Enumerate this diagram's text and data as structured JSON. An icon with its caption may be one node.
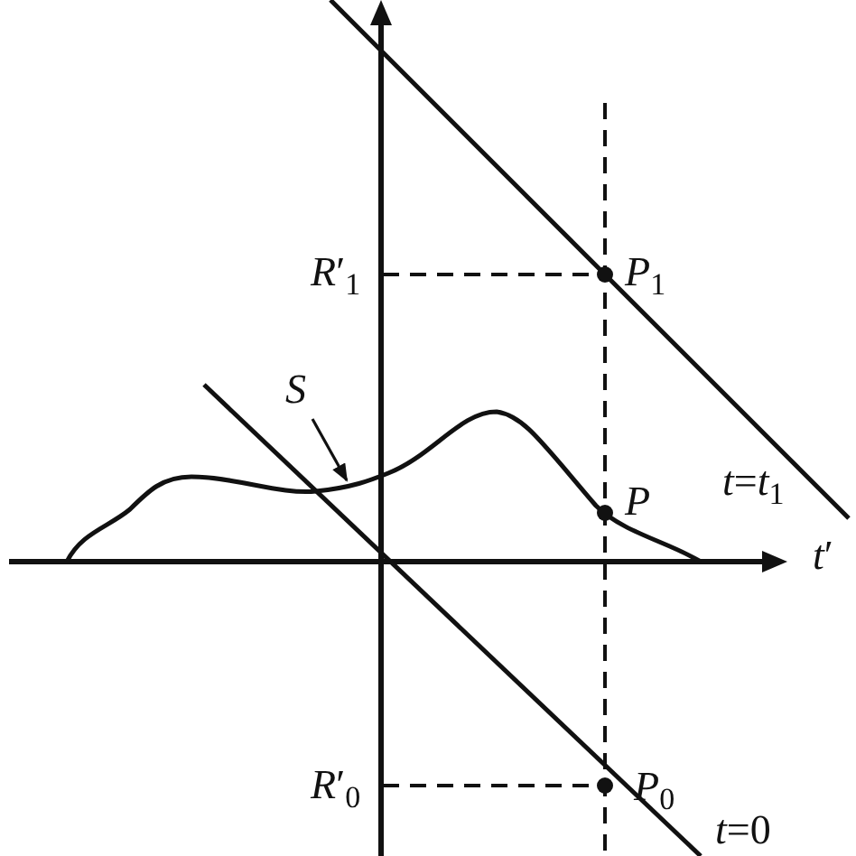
{
  "diagram": {
    "nodes": [
      {
        "text": [
          "S"
        ]
      },
      {
        "text": [],
        "shape": "curve"
      }
    ],
    "edges": [
      {
        "from": 0,
        "to": 1,
        "arrow": "to"
      }
    ],
    "labels": [
      "*R*′$_{1}$",
      "*P*$_{1}$",
      "*t*=*t*$_{1}$",
      "*P*",
      "*t*′",
      "*R*′$_{0}$",
      "*P*$_{0}$",
      "*t*=0"
    ]
  }
}
